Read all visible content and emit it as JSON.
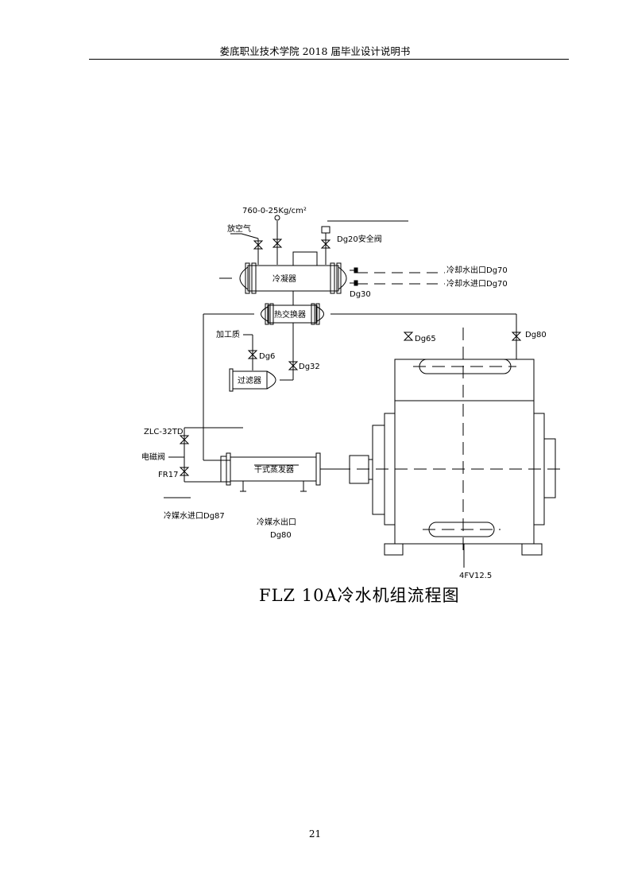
{
  "header": {
    "title": "娄底职业技术学院 2018 届毕业设计说明书"
  },
  "diagram": {
    "labels": {
      "pressure_gauge": "760-0-25Kg/cm²",
      "air_vent": "放空气",
      "safety_valve": "Dg20安全阀",
      "condenser": "冷凝器",
      "cooling_water_out": "冷却水出口Dg70",
      "cooling_water_in": "冷却水进口Dg70",
      "dg30": "Dg30",
      "heat_exchanger": "热交换器",
      "refrigerant_charge": "加工质",
      "dg6": "Dg6",
      "dg32": "Dg32",
      "filter": "过滤器",
      "dg65": "Dg65",
      "dg80_top": "Dg80",
      "zlc": "ZLC-32TD",
      "solenoid_valve": "电磁阀",
      "fr17": "FR17",
      "evaporator": "干式蒸发器",
      "chilled_water_in": "冷媒水进口Dg87",
      "chilled_water_out": "冷媒水出口",
      "dg80_bottom": "Dg80",
      "afv": "4FV12.5"
    },
    "caption": "FLZ  10A冷水机组流程图"
  },
  "footer": {
    "page_number": "21"
  }
}
